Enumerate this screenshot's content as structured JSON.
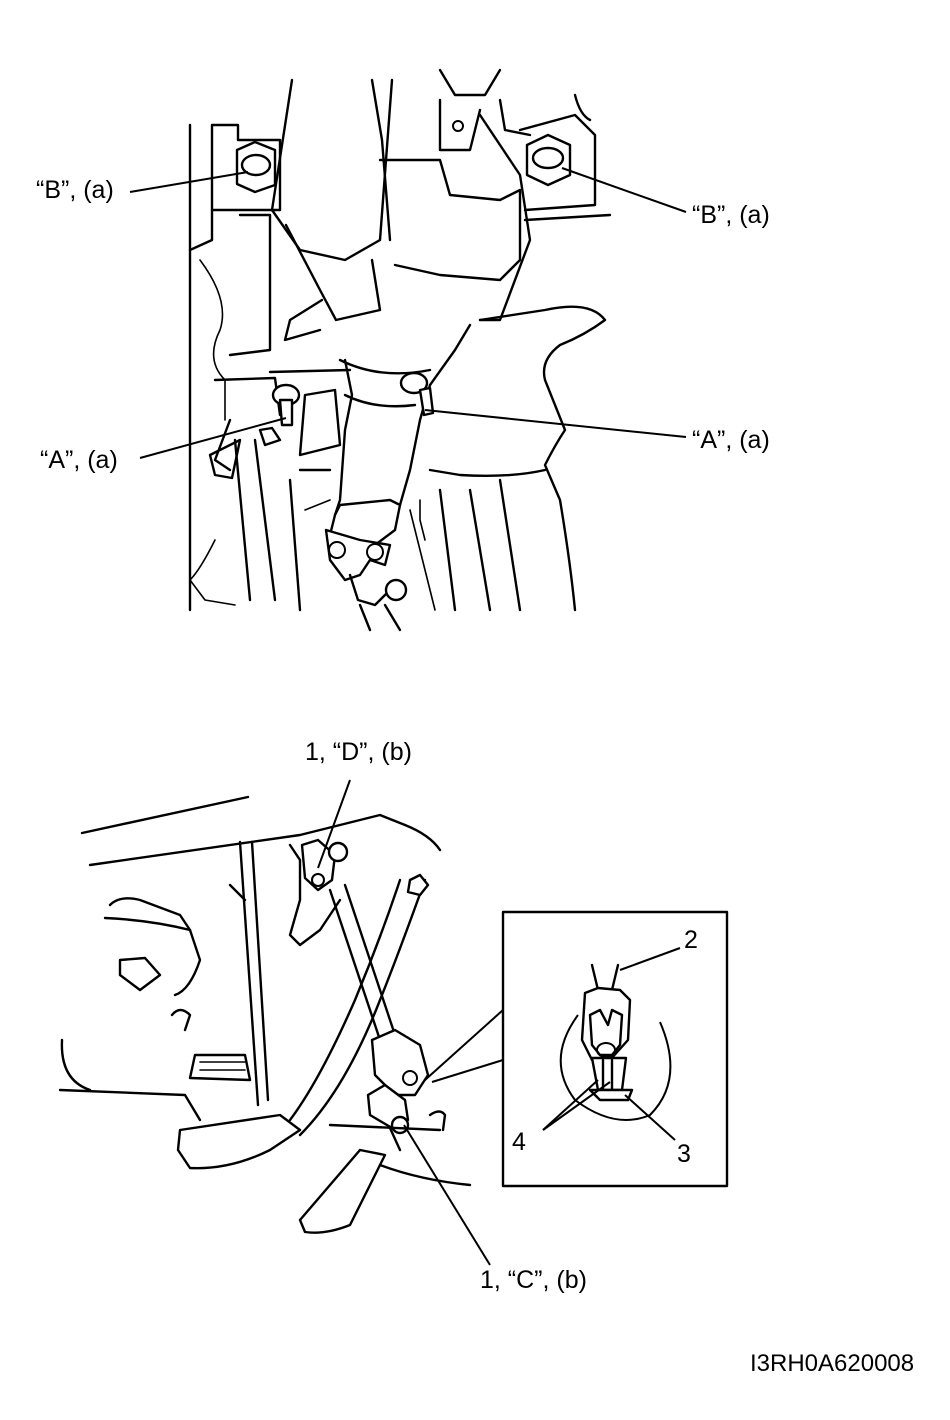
{
  "labels": {
    "b_left": "“B”, (a)",
    "b_right": "“B”, (a)",
    "a_left": "“A”, (a)",
    "a_right": "“A”, (a)",
    "d_top": "1, “D”, (b)",
    "c_bottom": "1, “C”, (b)",
    "inset_2": "2",
    "inset_4": "4",
    "inset_3": "3"
  },
  "figure_code": "I3RH0A620008"
}
